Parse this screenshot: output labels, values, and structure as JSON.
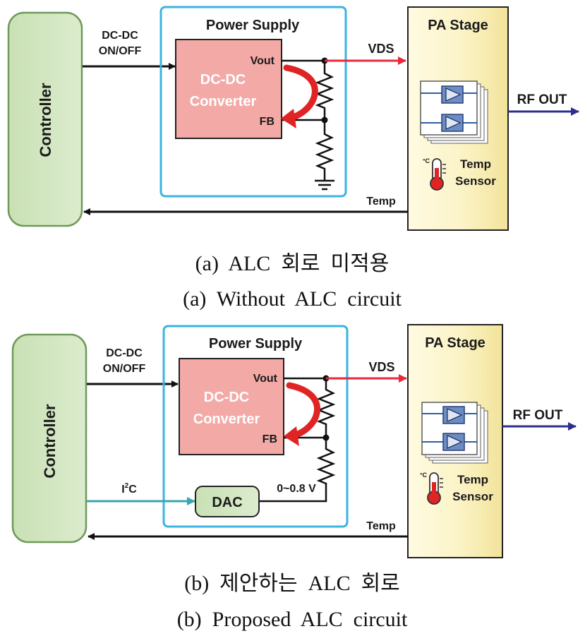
{
  "diagram_a": {
    "controller": "Controller",
    "dcdc_onoff_line1": "DC-DC",
    "dcdc_onoff_line2": "ON/OFF",
    "power_supply": "Power Supply",
    "vout": "Vout",
    "fb": "FB",
    "converter_line1": "DC-DC",
    "converter_line2": "Converter",
    "vds": "VDS",
    "pa_stage": "PA Stage",
    "rf_out": "RF OUT",
    "temp_sensor_line1": "Temp",
    "temp_sensor_line2": "Sensor",
    "temp_deg": "°C",
    "temp_feedback": "Temp",
    "caption_kr": "(a)  ALC  회로  미적용",
    "caption_en": "(a)  Without  ALC  circuit"
  },
  "diagram_b": {
    "controller": "Controller",
    "dcdc_onoff_line1": "DC-DC",
    "dcdc_onoff_line2": "ON/OFF",
    "power_supply": "Power Supply",
    "vout": "Vout",
    "fb": "FB",
    "converter_line1": "DC-DC",
    "converter_line2": "Converter",
    "vds": "VDS",
    "pa_stage": "PA Stage",
    "rf_out": "RF OUT",
    "temp_sensor_line1": "Temp",
    "temp_sensor_line2": "Sensor",
    "temp_deg": "°C",
    "temp_feedback": "Temp",
    "i2c_base": "I",
    "i2c_sup": "2",
    "i2c_tail": "C",
    "dac": "DAC",
    "dac_range": "0~0.8 V",
    "caption_kr": "(b)  제안하는  ALC  회로",
    "caption_en": "(b)  Proposed  ALC  circuit"
  },
  "colors": {
    "controller_fill": "#d5e8c4",
    "controller_stroke": "#6f9a5a",
    "supply_border": "#3bb4e0",
    "converter_fill": "#f3aaa6",
    "pa_fill": "#fbf3c6",
    "vds_line": "#e8283c",
    "rf_line": "#2e2e8e",
    "i2c_line": "#3aa6b0",
    "arrow_red": "#e02424"
  }
}
